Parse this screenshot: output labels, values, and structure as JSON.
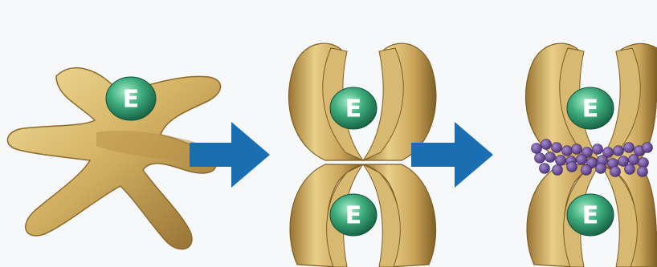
{
  "figure": {
    "stages": [
      {
        "name": "monomer-stage",
        "label": "E"
      },
      {
        "name": "dimer-stage",
        "labels": [
          "E",
          "E"
        ]
      },
      {
        "name": "bound-dimer-stage",
        "labels": [
          "E",
          "E"
        ]
      }
    ]
  },
  "colors": {
    "background": "#f7f8fa",
    "protein_light": "#e8cf8a",
    "protein_mid": "#c9a45a",
    "protein_dark": "#8c6a2c",
    "arrow": "#1a6fb3",
    "bead_light": "#7fd4ad",
    "bead_dark": "#1f7a55",
    "ligand": "#6a4a9c"
  }
}
